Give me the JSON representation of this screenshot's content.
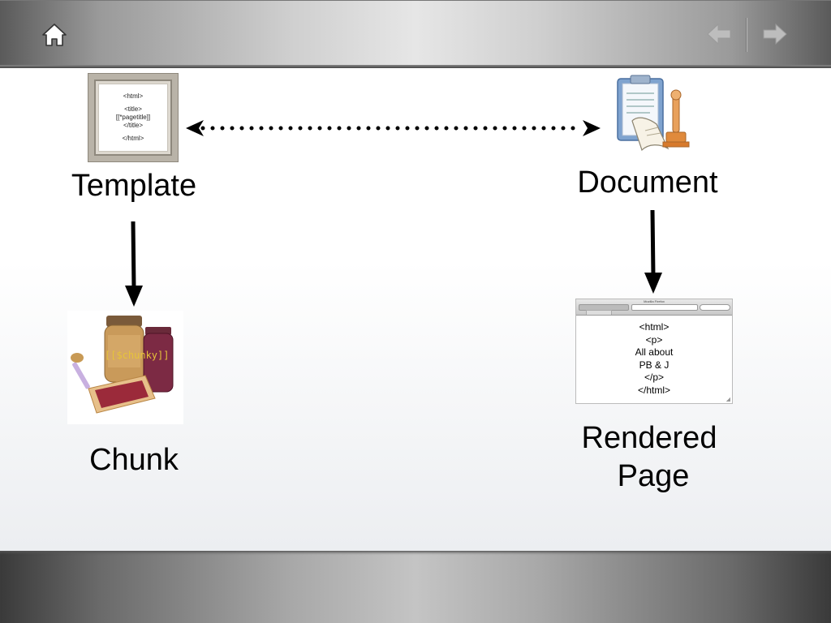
{
  "toolbar": {
    "home_icon": "home-icon",
    "back_icon": "arrow-left-icon",
    "forward_icon": "arrow-right-icon"
  },
  "diagram": {
    "template": {
      "label": "Template",
      "image_lines": [
        "<html>",
        "<title>",
        "[[*pagetitle]]",
        "</title>",
        "</html>"
      ]
    },
    "document": {
      "label": "Document",
      "icon": "clipboard-document-icon"
    },
    "chunk": {
      "label": "Chunk",
      "image_overlay_text": "[[$chunky]]",
      "icon": "peanut-butter-jelly-icon"
    },
    "rendered_page": {
      "label_line1": "Rendered",
      "label_line2": "Page",
      "browser_title": "Mozilla Firefox",
      "content_lines": [
        "<html>",
        "<p>",
        "All about",
        "PB & J",
        "</p>",
        "</html>"
      ]
    },
    "connections": [
      {
        "from": "template",
        "to": "document",
        "style": "dotted-bidirectional"
      },
      {
        "from": "template",
        "to": "chunk",
        "style": "solid-arrow"
      },
      {
        "from": "document",
        "to": "rendered_page",
        "style": "solid-arrow"
      }
    ]
  },
  "colors": {
    "label_text": "#000000",
    "arrow": "#000000",
    "bar_dark": "#3a3a3a",
    "bar_light": "#e6e6e6"
  }
}
